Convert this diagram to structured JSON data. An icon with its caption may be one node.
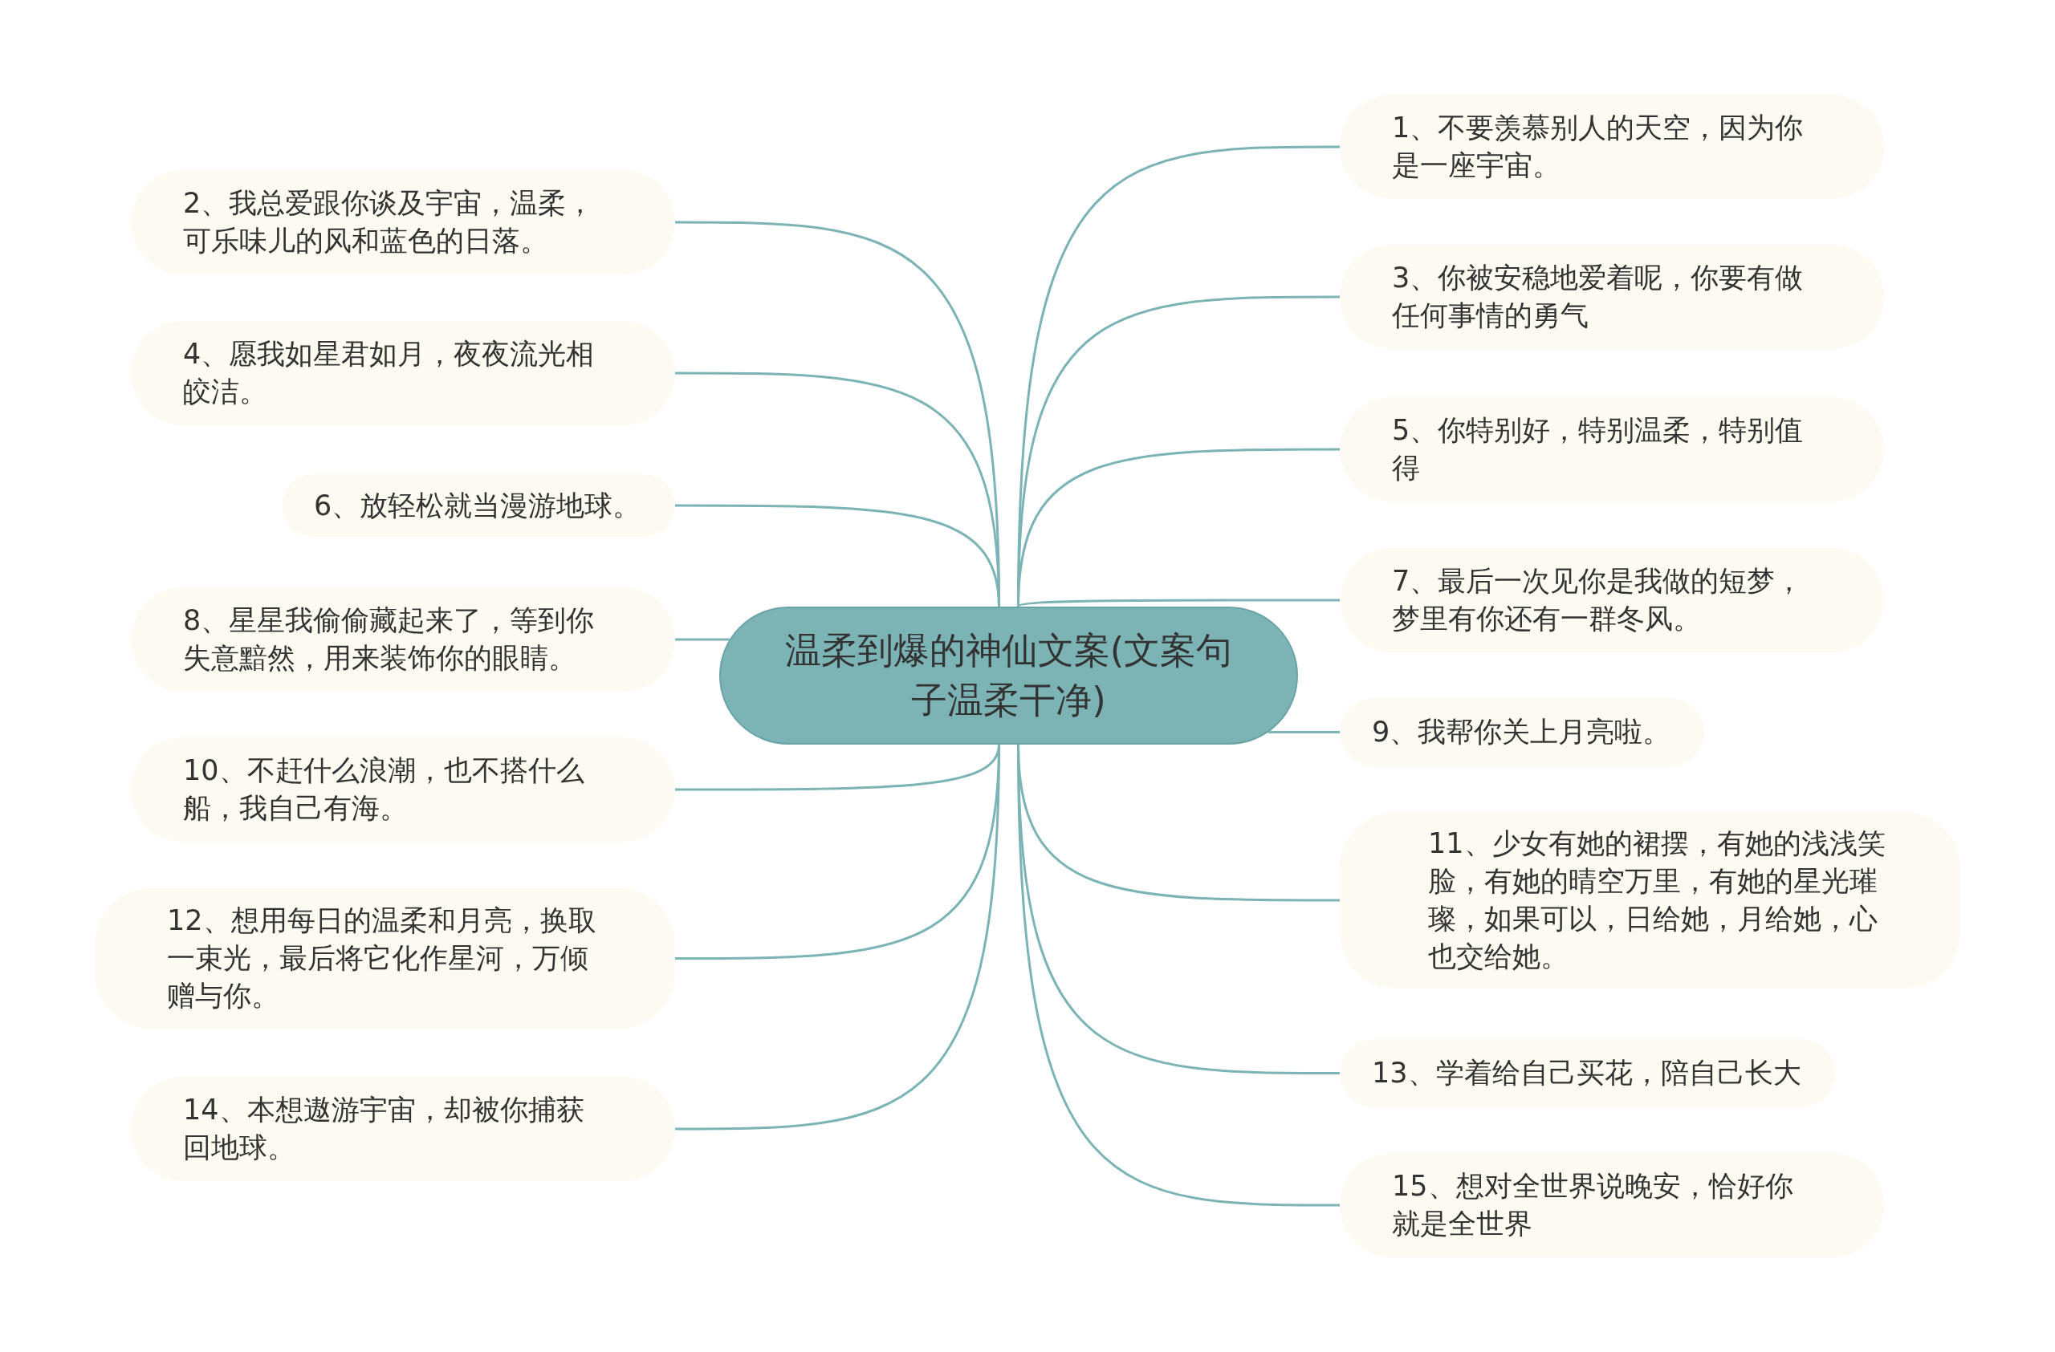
{
  "diagram": {
    "nodes": [
      {
        "text": [
          "温柔到爆的神仙文案(文案句子温柔干净)"
        ]
      },
      {
        "text": [
          "1、不要羡慕别人的天空，因为你是一座宇宙。"
        ]
      },
      {
        "text": [
          "2、我总爱跟你谈及宇宙，温柔，可乐味儿的风和蓝色的日落。"
        ]
      },
      {
        "text": [
          "3、你被安稳地爱着呢，你要有做任何事情的勇气"
        ]
      },
      {
        "text": [
          "4、愿我如星君如月，夜夜流光相皎洁。"
        ]
      },
      {
        "text": [
          "5、你特别好，特别温柔，特别值得"
        ]
      },
      {
        "text": [
          "6、放轻松就当漫游地球。"
        ]
      },
      {
        "text": [
          "7、最后一次见你是我做的短梦，梦里有你还有一群冬风。"
        ]
      },
      {
        "text": [
          "8、星星我偷偷藏起来了，等到你失意黯然，用来装饰你的眼睛。"
        ]
      },
      {
        "text": [
          "9、我帮你关上月亮啦。"
        ]
      },
      {
        "text": [
          "10、不赶什么浪潮，也不搭什么船，我自己有海。"
        ]
      },
      {
        "text": [
          "11、少女有她的裙摆，有她的浅浅笑脸，有她的晴空万里，有她的星光璀璨，如果可以，日给她，月给她，心也交给她。"
        ]
      },
      {
        "text": [
          "12、想用每日的温柔和月亮，换取一束光，最后将它化作星河，万倾赠与你。"
        ]
      },
      {
        "text": [
          "13、学着给自己买花，陪自己长大"
        ]
      },
      {
        "text": [
          "14、本想遨游宇宙，却被你捕获回地球。"
        ]
      },
      {
        "text": [
          "15、想对全世界说晚安，恰好你就是全世界"
        ]
      }
    ],
    "edges": [
      {
        "from": 0,
        "to": 1,
        "arrow": "none"
      },
      {
        "from": 0,
        "to": 2,
        "arrow": "none"
      },
      {
        "from": 0,
        "to": 3,
        "arrow": "none"
      },
      {
        "from": 0,
        "to": 4,
        "arrow": "none"
      },
      {
        "from": 0,
        "to": 5,
        "arrow": "none"
      },
      {
        "from": 0,
        "to": 6,
        "arrow": "none"
      },
      {
        "from": 0,
        "to": 7,
        "arrow": "none"
      },
      {
        "from": 0,
        "to": 8,
        "arrow": "none"
      },
      {
        "from": 0,
        "to": 9,
        "arrow": "none"
      },
      {
        "from": 0,
        "to": 10,
        "arrow": "none"
      },
      {
        "from": 0,
        "to": 11,
        "arrow": "none"
      },
      {
        "from": 0,
        "to": 12,
        "arrow": "none"
      },
      {
        "from": 0,
        "to": 13,
        "arrow": "none"
      },
      {
        "from": 0,
        "to": 14,
        "arrow": "none"
      },
      {
        "from": 0,
        "to": 15,
        "arrow": "none"
      }
    ]
  }
}
